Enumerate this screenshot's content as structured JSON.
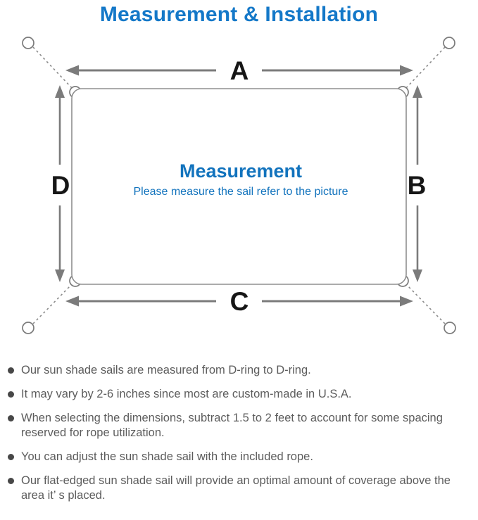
{
  "colors": {
    "title_blue": "#1478c8",
    "center_blue": "#1273bd",
    "line_gray": "#8a8a8a",
    "arrow_gray": "#7b7b7b",
    "label_black": "#161616",
    "note_gray": "#5c5c5c"
  },
  "header": {
    "title": "Measurement & Installation"
  },
  "diagram": {
    "labels": {
      "top": "A",
      "right": "B",
      "bottom": "C",
      "left": "D"
    },
    "center": {
      "heading": "Measurement",
      "subtitle": "Please measure the sail refer to the picture"
    }
  },
  "notes": {
    "items": [
      "Our sun shade sails are measured from D-ring to D-ring.",
      "It may vary by 2-6 inches since most are custom-made in U.S.A.",
      "When selecting the dimensions, subtract 1.5 to 2 feet to account for some spacing reserved for rope utilization.",
      "You can adjust the sun shade sail with the included rope.",
      "Our flat-edged sun shade sail will provide an optimal amount of coverage above the area it’ s placed."
    ]
  }
}
